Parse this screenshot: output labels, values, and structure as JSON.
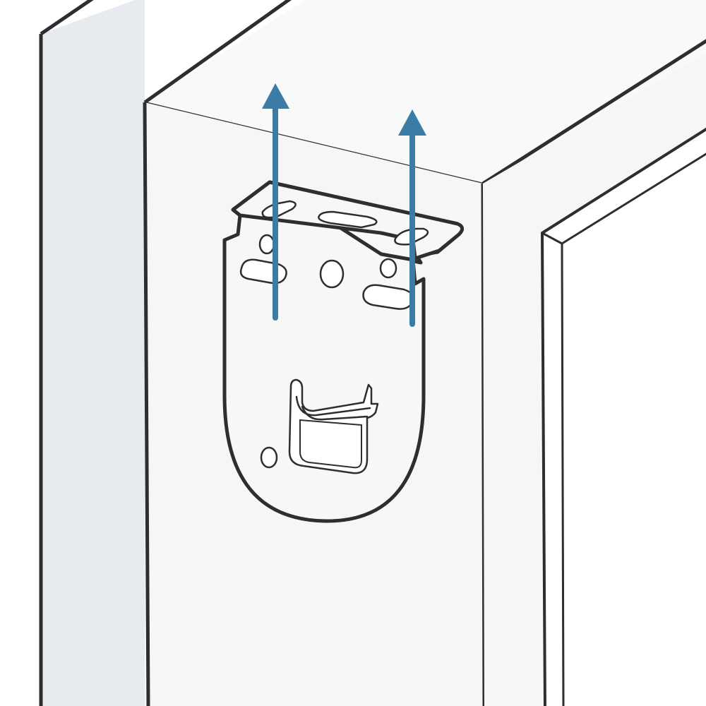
{
  "illustration": {
    "subject": "bracket-mounting-step",
    "colors": {
      "background": "#ffffff",
      "wall_shade": "#e7ebef",
      "face": "#f5f7f7",
      "top_face": "#f8f9f9",
      "window_frame": "#ffffff",
      "outline": "#2d2e30",
      "bracket": "#f6f7f7",
      "arrow": "#3a7ca5"
    },
    "arrows": [
      {
        "name": "left",
        "direction": "up"
      },
      {
        "name": "right",
        "direction": "up"
      }
    ],
    "icons": [
      "arrow-up-icon"
    ]
  }
}
